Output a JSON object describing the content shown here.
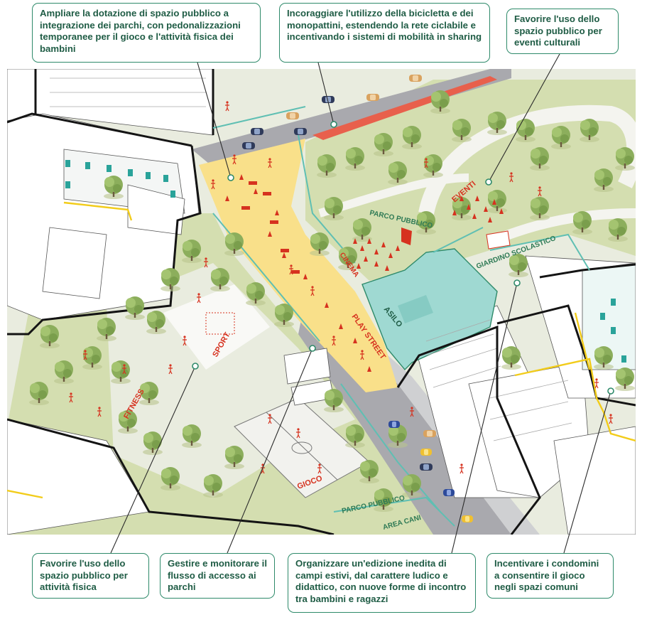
{
  "callouts": {
    "parchi": "Ampliare la dotazione di spazio pubblico a integrazione dei parchi, con pedonalizzazioni temporanee per il gioco e l'attività fisica dei bambini",
    "bicicletta": "Incoraggiare l'utilizzo della bicicletta e dei monopattini, estendendo la rete ciclabile e incentivando i sistemi di mobilità in sharing",
    "eventi_culturali": "Favorire l'uso dello spazio pubblico per eventi culturali",
    "attivita_fisica": "Favorire l'uso dello spazio pubblico per attività fisica",
    "flusso": "Gestire e monitorare il flusso di accesso ai parchi",
    "campi_estivi": "Organizzare un'edizione inedita di campi estivi, dal carattere ludico e didattico, con nuove forme di incontro tra bambini e ragazzi",
    "condomini": "Incentivare i condomini a consentire il gioco negli spazi comuni"
  },
  "map_labels": {
    "parco_pubblico_top": "PARCO PUBBLICO",
    "eventi": "EVENTI",
    "giardino": "GIARDINO SCOLASTICO",
    "cinema": "CINEMA",
    "asilo": "ASILO",
    "play_street": "PLAY STREET",
    "sport": "SPORT",
    "fitness": "FITNESS",
    "gioco": "GIOCO",
    "parco_pubblico_bottom": "PARCO PUBBLICO",
    "area_cani": "AREA CANI"
  },
  "colors": {
    "accent": "#2e8a6a",
    "grass": "#d4deb0",
    "play_street": "#f9e08a",
    "road": "#a9a9ae",
    "bike_lane": "#e8604c",
    "tree": "#8cae5c",
    "activity_red": "#d6321f",
    "building_teal": "#9fd9d2"
  }
}
